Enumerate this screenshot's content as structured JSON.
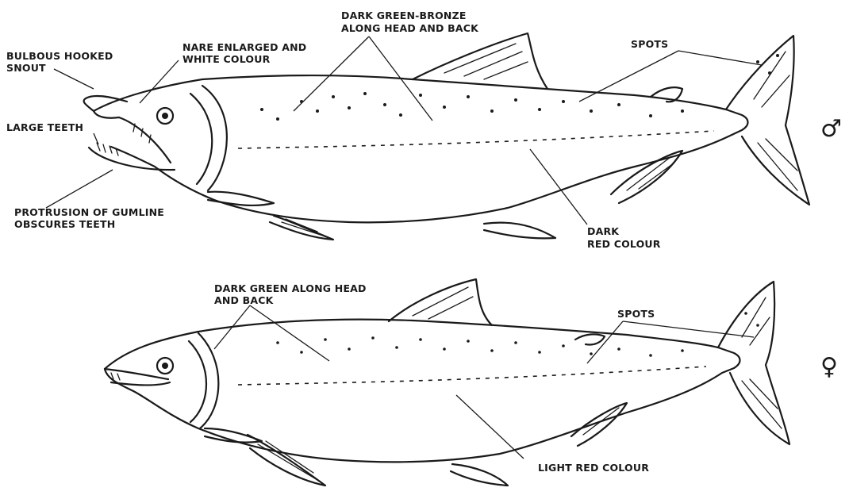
{
  "male": {
    "symbol": "♂",
    "labels": {
      "snout_line1": "BULBOUS HOOKED",
      "snout_line2": "SNOUT",
      "nare_line1": "NARE ENLARGED AND",
      "nare_line2": "WHITE COLOUR",
      "color_line1": "DARK GREEN-BRONZE",
      "color_line2": "ALONG HEAD AND BACK",
      "spots": "SPOTS",
      "teeth": "LARGE TEETH",
      "gum_line1": "PROTRUSION OF GUMLINE",
      "gum_line2": "OBSCURES TEETH",
      "red_line1": "DARK",
      "red_line2": "RED COLOUR"
    }
  },
  "female": {
    "symbol": "♀",
    "labels": {
      "color_line1": "DARK GREEN ALONG HEAD",
      "color_line2": "AND BACK",
      "spots": "SPOTS",
      "red": "LIGHT RED COLOUR"
    }
  }
}
